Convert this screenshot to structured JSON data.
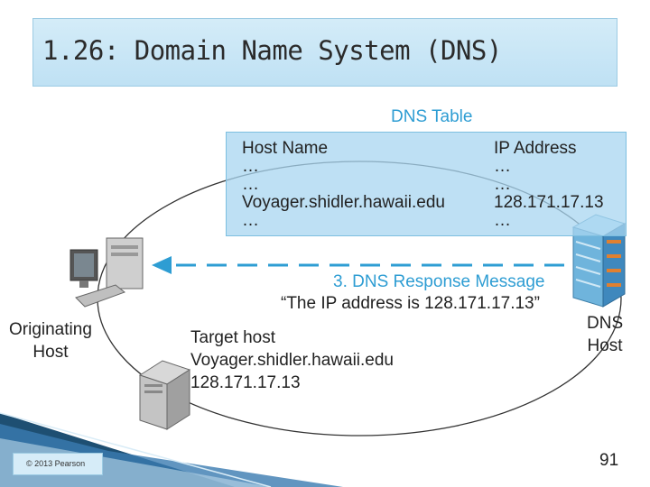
{
  "slide": {
    "title": "1.26: Domain Name System (DNS)",
    "page_number": "91",
    "copyright": "© 2013 Pearson"
  },
  "dns_table": {
    "title": "DNS Table",
    "host_header": "Host Name",
    "ip_header": "IP Address",
    "host_rows": [
      "…",
      "…",
      "Voyager.shidler.hawaii.edu",
      "…"
    ],
    "ip_rows": [
      "…",
      "…",
      "128.171.17.13",
      "…"
    ]
  },
  "response": {
    "title": "3. DNS Response Message",
    "text": "“The IP address is 128.171.17.13”"
  },
  "originating_host": {
    "line1": "Originating",
    "line2": "Host"
  },
  "dns_host": {
    "line1": "DNS",
    "line2": "Host"
  },
  "target_host": {
    "line1": "Target host",
    "line2": "Voyager.shidler.hawaii.edu",
    "line3": "128.171.17.13"
  },
  "colors": {
    "accent_blue": "#2e9dd3",
    "title_bg": "#c8e6f5",
    "table_bg": "#a8d6f0"
  }
}
